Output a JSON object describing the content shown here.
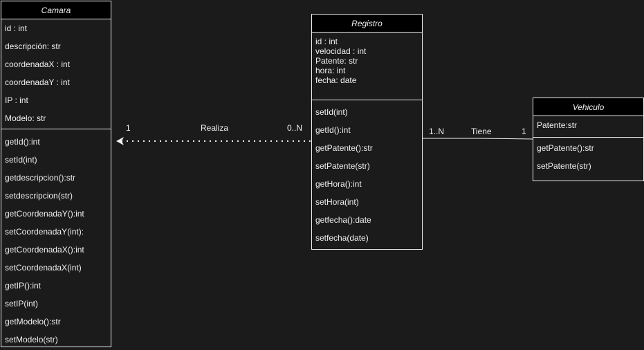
{
  "camara": {
    "title": "Camara",
    "attributes": [
      "id : int",
      "descripción: str",
      "coordenadaX : int",
      "coordenadaY : int",
      "IP :  int",
      "Modelo: str"
    ],
    "methods": [
      "getId():int",
      "setId(int)",
      "getdescripcion():str",
      "setdescripcion(str)",
      "getCoordenadaY():int",
      "setCoordenadaY(int):",
      "getCoordenadaX():int",
      "setCoordenadaX(int)",
      "getIP():int",
      "setIP(int)",
      "getModelo():str",
      "setModelo(str)"
    ]
  },
  "registro": {
    "title": "Registro",
    "attributes": [
      "id :  int",
      "velocidad : int",
      "Patente: str",
      "hora: int",
      "fecha: date"
    ],
    "methods": [
      "setId(int)",
      "getId():int",
      "getPatente():str",
      "setPatente(str)",
      "getHora():int",
      "setHora(int)",
      "getfecha():date",
      "setfecha(date)"
    ]
  },
  "vehiculo": {
    "title": "Vehiculo",
    "attributes": [
      "Patente:str"
    ],
    "methods": [
      "getPatente():str",
      "setPatente(str)"
    ]
  },
  "relations": {
    "realiza": {
      "label": "Realiza",
      "source_multiplicity": "1",
      "target_multiplicity": "0..N"
    },
    "tiene": {
      "label": "Tiene",
      "source_multiplicity": "1..N",
      "target_multiplicity": "1"
    }
  }
}
